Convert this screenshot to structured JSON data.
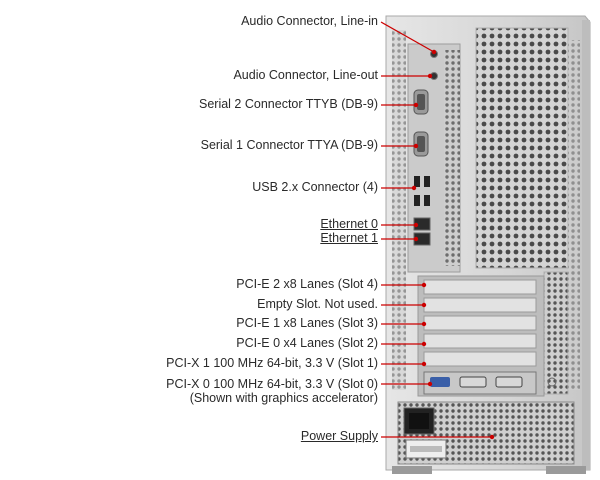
{
  "labels": {
    "line_in": "Audio Connector, Line-in",
    "line_out": "Audio Connector, Line-out",
    "serial2": "Serial 2 Connector TTYB (DB-9)",
    "serial1": "Serial 1 Connector TTYA (DB-9)",
    "usb": "USB 2.x Connector (4)",
    "eth0": "Ethernet 0",
    "eth1": "Ethernet 1",
    "pcie_slot4": "PCI-E 2 x8 Lanes (Slot 4)",
    "empty_slot": "Empty Slot. Not used.",
    "pcie_slot3": "PCI-E 1 x8 Lanes (Slot 3)",
    "pcie_slot2": "PCI-E 0 x4 Lanes (Slot 2)",
    "pcix_slot1": "PCI-X 1 100 MHz 64-bit, 3.3 V (Slot 1)",
    "pcix_slot0": "PCI-X 0 100 MHz 64-bit, 3.3 V (Slot 0)",
    "pcix_slot0_note": "(Shown with graphics accelerator)",
    "power": "Power Supply"
  },
  "colors": {
    "leader": "#cc0000",
    "chassis": "#d9d9d9",
    "panel": "#c4c4c4",
    "vent": "#5a5a5a"
  }
}
